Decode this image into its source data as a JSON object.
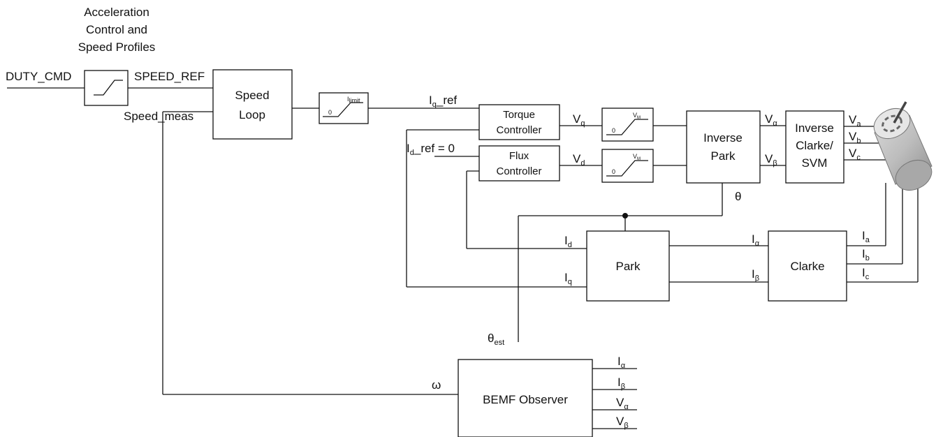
{
  "blocks": {
    "accel": "Acceleration Control and Speed Profiles",
    "accel_lines": [
      "Acceleration",
      "Control and",
      "Speed Profiles"
    ],
    "speed_loop": [
      "Speed",
      "Loop"
    ],
    "torque": [
      "Torque",
      "Controller"
    ],
    "flux": [
      "Flux",
      "Controller"
    ],
    "inv_park": [
      "Inverse",
      "Park"
    ],
    "inv_clarke": [
      "Inverse",
      "Clarke/",
      "SVM"
    ],
    "park": "Park",
    "clarke": "Clarke",
    "bemf": "BEMF Observer"
  },
  "signals": {
    "duty_cmd": "DUTY_CMD",
    "speed_ref": "SPEED_REF",
    "speed_meas": "Speed_meas",
    "iq_ref": {
      "main": "I",
      "sub": "q",
      "tail": "_ref"
    },
    "id_ref": {
      "main": "I",
      "sub": "d",
      "tail": "_ref = 0"
    },
    "vq": {
      "main": "V",
      "sub": "q"
    },
    "vd": {
      "main": "V",
      "sub": "d"
    },
    "valpha": {
      "main": "V",
      "sub": "α"
    },
    "vbeta": {
      "main": "V",
      "sub": "β"
    },
    "va": {
      "main": "V",
      "sub": "a"
    },
    "vb": {
      "main": "V",
      "sub": "b"
    },
    "vc": {
      "main": "V",
      "sub": "c"
    },
    "theta": "θ",
    "id": {
      "main": "I",
      "sub": "d"
    },
    "iq": {
      "main": "I",
      "sub": "q"
    },
    "ialpha": {
      "main": "I",
      "sub": "α"
    },
    "ibeta": {
      "main": "I",
      "sub": "β"
    },
    "ia": {
      "main": "I",
      "sub": "a"
    },
    "ib": {
      "main": "I",
      "sub": "b"
    },
    "ic": {
      "main": "I",
      "sub": "c"
    },
    "theta_est": {
      "main": "θ",
      "sub": "est"
    },
    "omega": "ω"
  },
  "limiters": {
    "zero": "0",
    "ilimit": {
      "main": "I",
      "sub": "limit"
    },
    "vm": {
      "main": "V",
      "sub": "M"
    }
  }
}
